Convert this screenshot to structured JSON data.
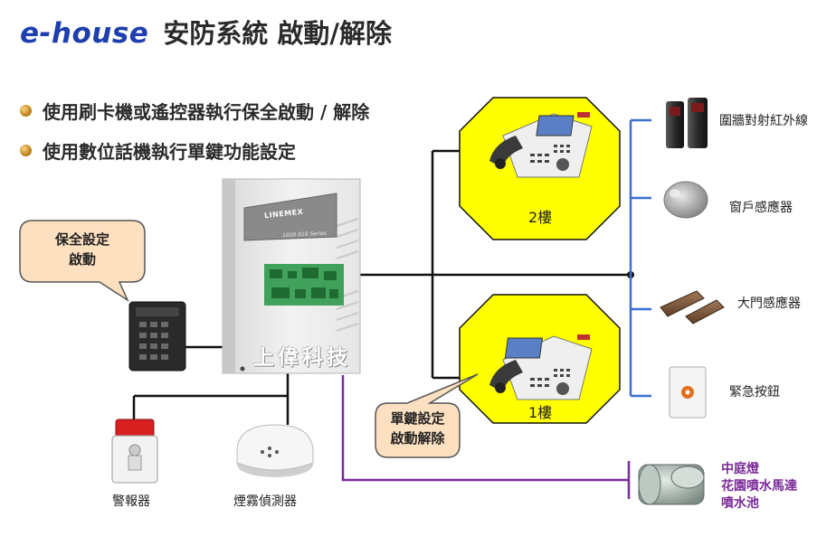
{
  "title": {
    "brand": "e-house",
    "text": "安防系統  啟動/解除"
  },
  "bullets": [
    "使用刷卡機或遙控器執行保全啟動 / 解除",
    "使用數位話機執行單鍵功能設定"
  ],
  "callouts": {
    "left": {
      "line1": "保全設定",
      "line2": "啟動"
    },
    "phone": {
      "line1": "單鍵設定",
      "line2": "啟動解除"
    }
  },
  "floors": {
    "upper": "2樓",
    "lower": "1樓"
  },
  "panel": {
    "brand": "LINEMEX",
    "series": "1808 818 Series",
    "watermark": "上偉科技"
  },
  "sensors": {
    "infrared": "圍牆對射紅外線",
    "window": "窗戶感應器",
    "door": "大門感應器",
    "emergency": "緊急按鈕"
  },
  "outputs": {
    "alarm": "警報器",
    "smoke": "煙霧偵測器"
  },
  "garden": {
    "line1": "中庭燈",
    "line2": "花園噴水馬達",
    "line3": "噴水池"
  },
  "colors": {
    "brand_blue": "#1f3fae",
    "octagon_yellow": "#ffff00",
    "callout_fill": "#fde0c0",
    "sensor_bus": "#3b6fd6",
    "garden_line": "#7a2a9a"
  }
}
